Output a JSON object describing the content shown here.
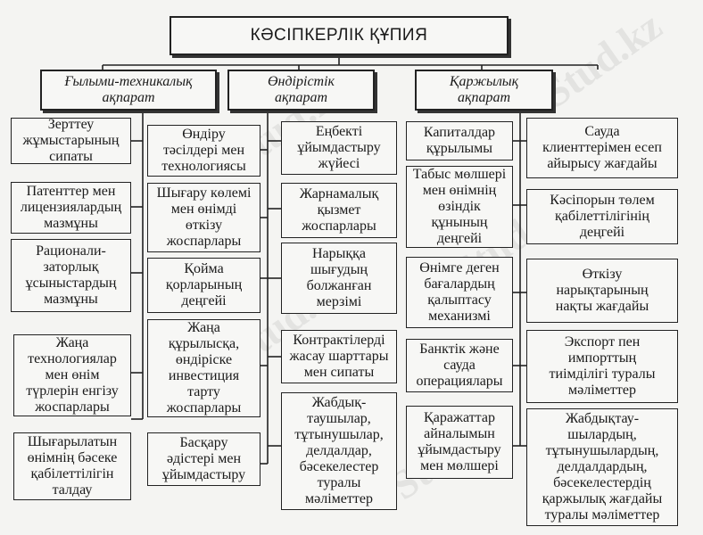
{
  "title": "КӘСІПКЕРЛІК ҚҰПИЯ",
  "categories": [
    {
      "id": "sci",
      "label": "Ғылыми-техникалық\nақпарат"
    },
    {
      "id": "prod",
      "label": "Өндірістік\nақпарат"
    },
    {
      "id": "fin",
      "label": "Қаржылық\nақпарат"
    }
  ],
  "items": {
    "research_results": "Зерттеу\nжұмыстарының\nсипаты",
    "patents": "Патенттер мен\nлицензиялардың\nмазмұны",
    "rationalization": "Рационали-\nзаторлық\nұсыныстардың\nмазмұны",
    "new_tech": "Жаңа\nтехнологиялар\nмен өнім\nтүрлерін енгізу\nжоспарлары",
    "competitiveness": "Шығарылатын\nөнімнің бәсеке\nқабілеттілігін\nталдау",
    "production_methods": "Өндіру\nтәсілдері мен\nтехнологиясы",
    "output_volume": "Шығару көлемі\nмен өнімді\nөткізу\nжоспарлары",
    "warehouse_stock": "Қойма\nқорларының\nдеңгейі",
    "new_construction": "Жаңа\nқұрылысқа,\nөндіріске\nинвестиция\nтарту\nжоспарлары",
    "management_methods": "Басқару\nәдістері мен\nұйымдастыру",
    "labor_org": "Еңбекті\nұйымдастыру\nжүйесі",
    "advertising": "Жарнамалық\nқызмет\nжоспарлары",
    "market_release": "Нарыққа\nшығудың\nболжанған\nмерзімі",
    "contracts": "Контрактілерді\nжасау шарттары\nмен сипаты",
    "suppliers": "Жабдық-\nтаушылар,\nтұтынушылар,\nделдалдар,\nбәсекелестер\nтуралы\nмәліметтер",
    "capital_structure": "Капиталдар\nқұрылымы",
    "profit_level": "Табыс мөлшері\nмен өнімнің\nөзіндік\nқұнының\nдеңгейі",
    "pricing": "Өнімге деген\nбағалардың\nқалыптасу\nмеханизмі",
    "bank_trade": "Банктік және\nсауда\nоперациялары",
    "funds_turnover": "Қаражаттар\nайналымын\nұйымдастыру\nмен мөлшері",
    "client_settlement": "Сауда\nклиенттерімен есеп\nайырысу жағдайы",
    "solvency": "Кәсіпорын төлем\nқабілеттілігінің\nдеңгейі",
    "sales_markets": "Өткізу\nнарықтарының\nнақты жағдайы",
    "export_import": "Экспорт пен\nимпорттың\nтиімділігі туралы\nмәліметтер",
    "supplier_finance": "Жабдықтау-\nшылардың,\nтұтынушылардың,\nделдалдардың,\nбәсекелестердің\nқаржылық жағдайы\nтуралы мәліметтер"
  },
  "watermark": "Stud.kz"
}
